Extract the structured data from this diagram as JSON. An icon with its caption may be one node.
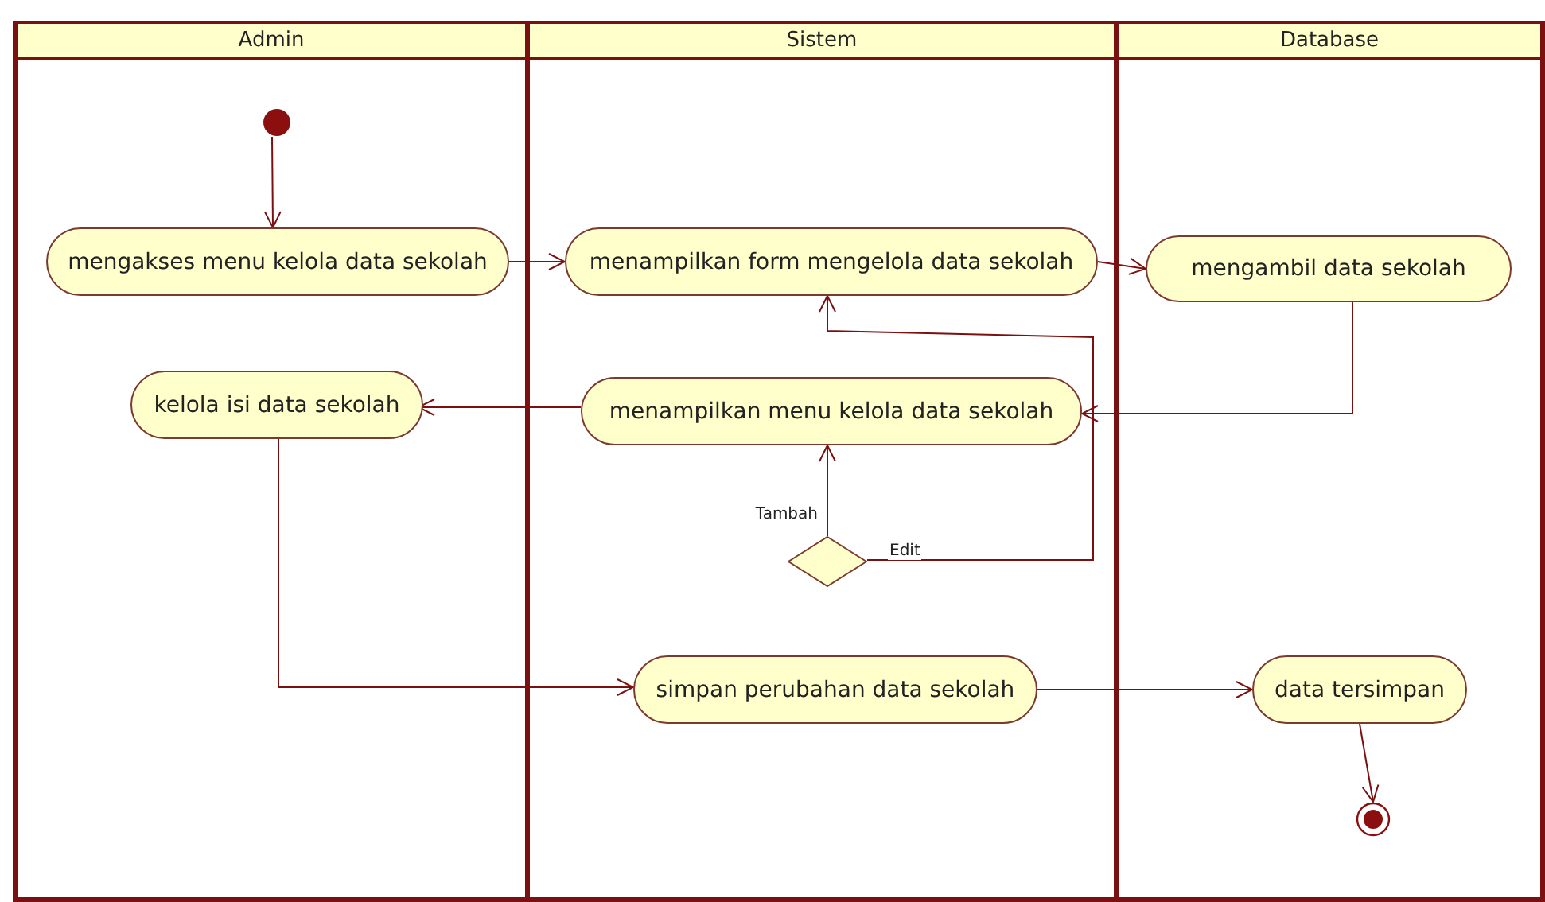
{
  "diagram": {
    "nodes": [
      {
        "text": [
          "Admin"
        ]
      },
      {
        "text": [
          "Sistem"
        ]
      },
      {
        "text": [
          "Database"
        ]
      },
      {
        "text": [],
        "shape": "circle",
        "in": 0
      },
      {
        "text": [
          "mengakses menu kelola data sekolah"
        ],
        "in": 0
      },
      {
        "text": [
          "menampilkan form mengelola data sekolah"
        ],
        "in": 1
      },
      {
        "text": [
          "mengambil data sekolah"
        ],
        "in": 2
      },
      {
        "text": [
          "kelola isi data sekolah"
        ],
        "in": 0
      },
      {
        "text": [
          "menampilkan menu kelola data sekolah"
        ],
        "in": 1
      },
      {
        "text": [],
        "shape": "diamond",
        "in": 1
      },
      {
        "text": [
          "simpan perubahan data sekolah"
        ],
        "in": 1
      },
      {
        "text": [
          "data tersimpan"
        ],
        "in": 2
      },
      {
        "text": [],
        "shape": "bullseye",
        "in": 2
      }
    ],
    "edges": [
      {
        "from": 3,
        "to": 4,
        "arrow": "to"
      },
      {
        "from": 4,
        "to": 5,
        "arrow": "to"
      },
      {
        "from": 5,
        "to": 6,
        "arrow": "to"
      },
      {
        "from": 6,
        "to": 8,
        "arrow": "to"
      },
      {
        "from": 8,
        "to": 7,
        "arrow": "to"
      },
      {
        "from": 9,
        "to": 8,
        "arrow": "to",
        "label": "Tambah"
      },
      {
        "from": 9,
        "to": 5,
        "arrow": "to",
        "label": "Edit"
      },
      {
        "from": 7,
        "to": 10,
        "arrow": "to"
      },
      {
        "from": 10,
        "to": 11,
        "arrow": "to"
      },
      {
        "from": 11,
        "to": 12,
        "arrow": "to"
      }
    ]
  }
}
